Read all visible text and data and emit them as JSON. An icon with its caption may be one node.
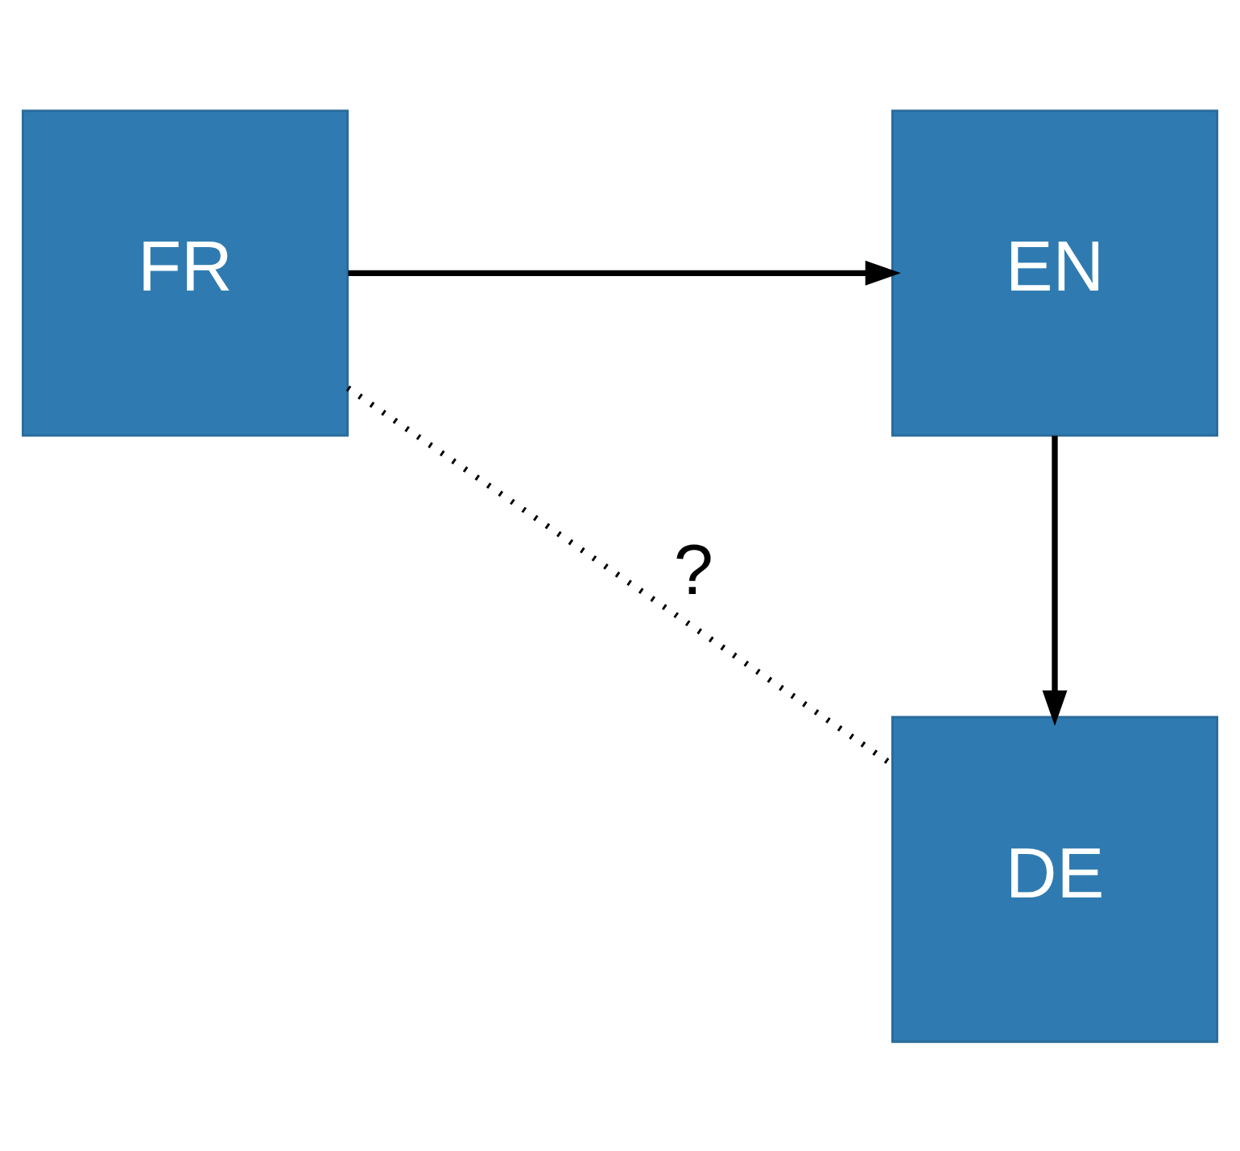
{
  "diagram": {
    "nodes": [
      {
        "text": [
          "FR"
        ]
      },
      {
        "text": [
          "EN"
        ]
      },
      {
        "text": [
          "DE"
        ]
      }
    ],
    "edges": [
      {
        "from": 0,
        "to": 1,
        "arrow": "to"
      },
      {
        "from": 1,
        "to": 2,
        "arrow": "to"
      },
      {
        "from": 0,
        "to": 2,
        "arrow": "none",
        "label": "?",
        "style": "dashed"
      }
    ]
  }
}
